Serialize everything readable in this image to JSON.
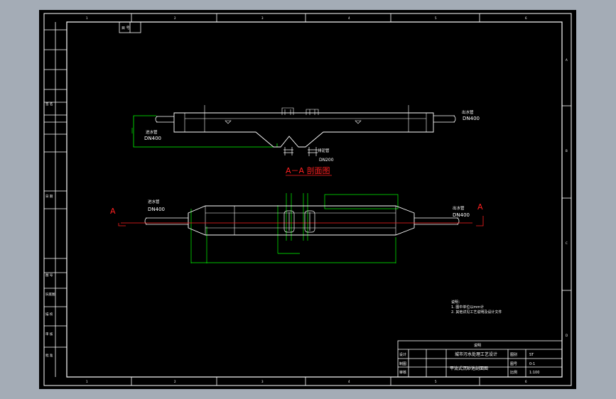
{
  "colors": {
    "background": "#a4acb6",
    "sheet": "#000000",
    "line_white": "#ffffff",
    "line_green": "#00ff00",
    "line_red": "#ff2020",
    "section_title": "#ff2020"
  },
  "grid_refs": {
    "top": [
      "1",
      "2",
      "3",
      "4",
      "5",
      "6"
    ],
    "bottom": [
      "1",
      "2",
      "3",
      "4",
      "5",
      "6"
    ],
    "right": [
      "A",
      "B",
      "C",
      "D"
    ]
  },
  "left_strip": {
    "labels": [
      "签 名",
      "日 期",
      "图 号",
      "旧底图",
      "描 校",
      "审 核",
      "批 准"
    ]
  },
  "top_tag": "目 号",
  "section_view": {
    "title": "A－A 剖面图",
    "inlet_label": "进水管",
    "inlet_size": "DN400",
    "outlet_label": "出水管",
    "outlet_size": "DN400",
    "drain_label": "排泥管",
    "drain_size": "DN200"
  },
  "plan_view": {
    "section_mark_left": "A",
    "section_mark_right": "A",
    "inlet_label": "进水管",
    "inlet_size": "DN400",
    "outlet_label": "出水管",
    "outlet_size": "DN400"
  },
  "notes": {
    "heading": "说明：",
    "items": [
      "1. 图中单位以mm计",
      "2. 其他详见工艺说明及设计文件"
    ]
  },
  "title_block": {
    "header": "说明",
    "row_labels": [
      "设计",
      "制图",
      "审核"
    ],
    "project": "城市污水处理工艺设计",
    "drawing_name": "平流式沉砂池剖面图",
    "field_labels": [
      "图号",
      "比例"
    ],
    "field_values": [
      "0-1",
      "1:100"
    ],
    "sheet_label": "图别",
    "sheet_value": "ST"
  }
}
